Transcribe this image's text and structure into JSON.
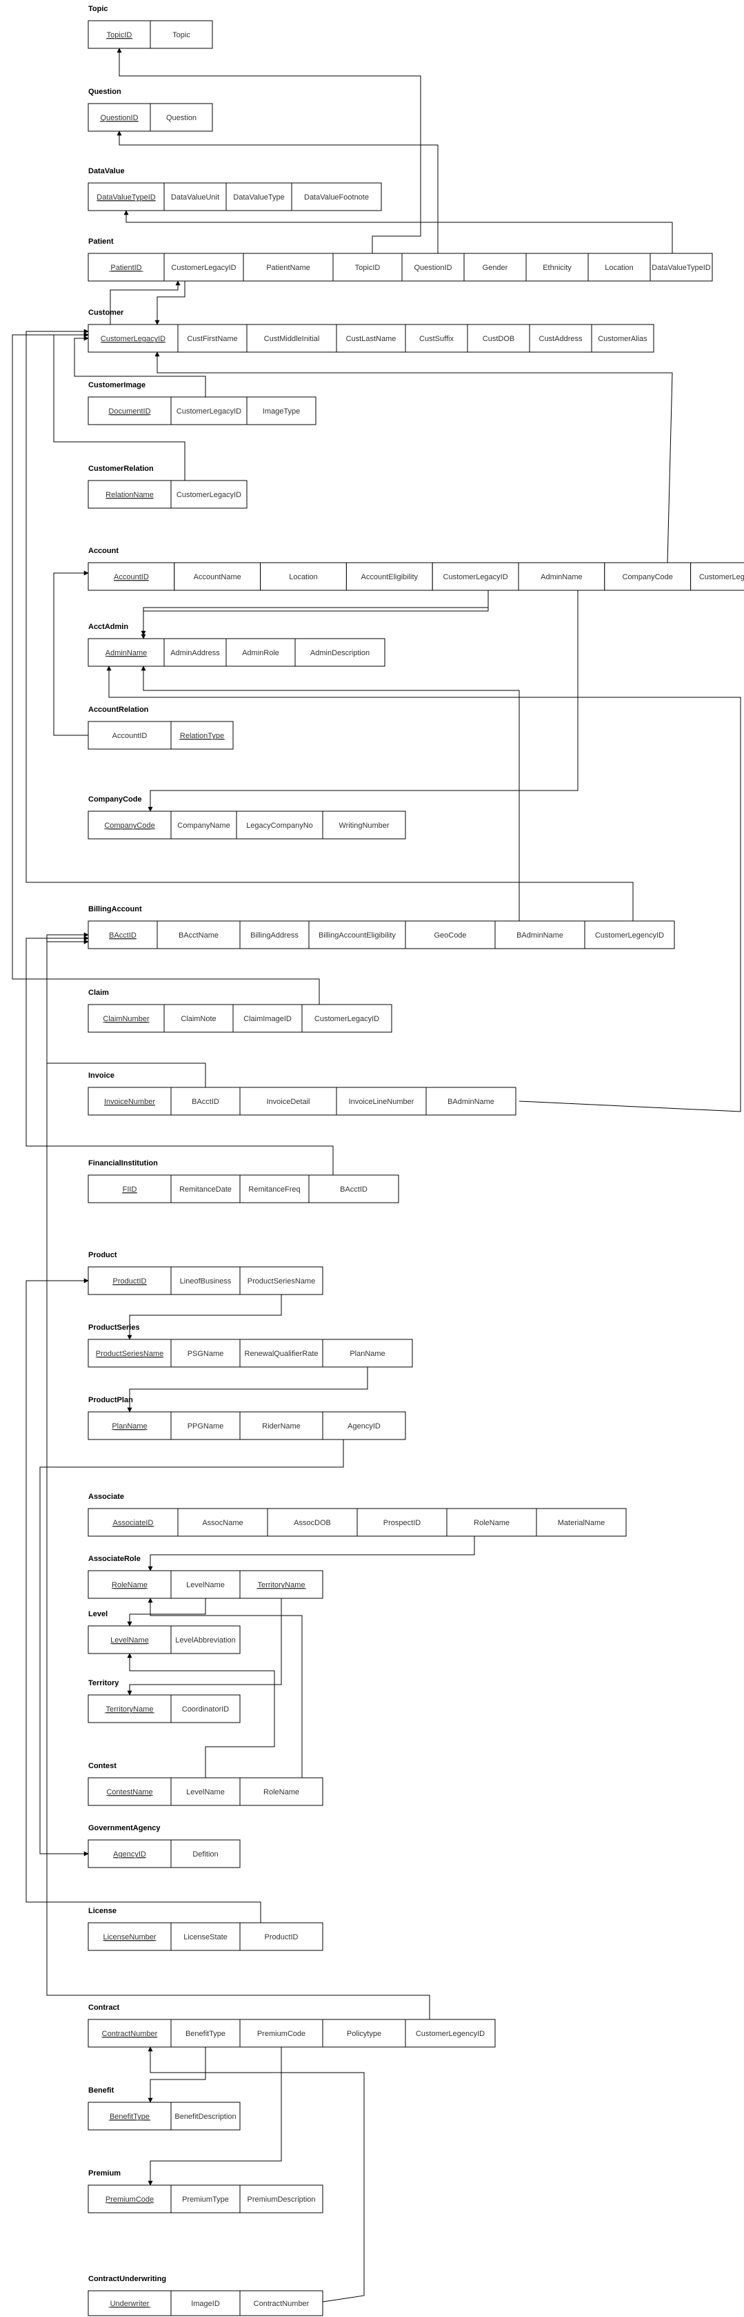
{
  "tables": [
    {
      "name": "Topic",
      "fields": [
        {
          "label": "TopicID",
          "pk": true
        },
        {
          "label": "Topic"
        }
      ]
    },
    {
      "name": "Question",
      "fields": [
        {
          "label": "QuestionID",
          "pk": true
        },
        {
          "label": "Question"
        }
      ]
    },
    {
      "name": "DataValue",
      "fields": [
        {
          "label": "DataValueTypeID",
          "pk": true
        },
        {
          "label": "DataValueUnit"
        },
        {
          "label": "DataValueType"
        },
        {
          "label": "DataValueFootnote"
        }
      ]
    },
    {
      "name": "Patient",
      "fields": [
        {
          "label": "PatientID",
          "pk": true
        },
        {
          "label": "CustomerLegacyID"
        },
        {
          "label": "PatientName"
        },
        {
          "label": "TopicID"
        },
        {
          "label": "QuestionID"
        },
        {
          "label": "Gender"
        },
        {
          "label": "Ethnicity"
        },
        {
          "label": "Location"
        },
        {
          "label": "DataValueTypeID"
        }
      ]
    },
    {
      "name": "Customer",
      "fields": [
        {
          "label": "CustomerLegacyID",
          "pk": true
        },
        {
          "label": "CustFirstName"
        },
        {
          "label": "CustMiddleInitial"
        },
        {
          "label": "CustLastName"
        },
        {
          "label": "CustSuffix"
        },
        {
          "label": "CustDOB"
        },
        {
          "label": "CustAddress"
        },
        {
          "label": "CustomerAlias"
        }
      ]
    },
    {
      "name": "CustomerImage",
      "fields": [
        {
          "label": "DocumentID",
          "pk": true
        },
        {
          "label": "CustomerLegacyID"
        },
        {
          "label": "ImageType"
        }
      ]
    },
    {
      "name": "CustomerRelation",
      "fields": [
        {
          "label": "RelationName",
          "pk": true
        },
        {
          "label": "CustomerLegacyID"
        }
      ]
    },
    {
      "name": "Account",
      "fields": [
        {
          "label": "AccountID",
          "pk": true
        },
        {
          "label": "AccountName"
        },
        {
          "label": "Location"
        },
        {
          "label": "AccountEligibility"
        },
        {
          "label": "CustomerLegacyID"
        },
        {
          "label": "AdminName"
        },
        {
          "label": "CompanyCode"
        },
        {
          "label": "CustomerLegencyID"
        }
      ]
    },
    {
      "name": "AcctAdmin",
      "fields": [
        {
          "label": "AdminName",
          "pk": true
        },
        {
          "label": "AdminAddress"
        },
        {
          "label": "AdminRole"
        },
        {
          "label": "AdminDescription"
        }
      ]
    },
    {
      "name": "AccountRelation",
      "fields": [
        {
          "label": "AccountID"
        },
        {
          "label": "RelationType",
          "pk": true
        }
      ]
    },
    {
      "name": "CompanyCode",
      "fields": [
        {
          "label": "CompanyCode",
          "pk": true
        },
        {
          "label": "CompanyName"
        },
        {
          "label": "LegacyCompanyNo"
        },
        {
          "label": "WritingNumber"
        }
      ]
    },
    {
      "name": "BillingAccount",
      "fields": [
        {
          "label": "BAcctID",
          "pk": true
        },
        {
          "label": "BAcctName"
        },
        {
          "label": "BillingAddress"
        },
        {
          "label": "BillingAccountEligibility"
        },
        {
          "label": "GeoCode"
        },
        {
          "label": "BAdminName"
        },
        {
          "label": "CustomerLegencyID"
        }
      ]
    },
    {
      "name": "Claim",
      "fields": [
        {
          "label": "ClaimNumber",
          "pk": true
        },
        {
          "label": "ClaimNote"
        },
        {
          "label": "ClaimImageID"
        },
        {
          "label": "CustomerLegacyID"
        }
      ]
    },
    {
      "name": "Invoice",
      "fields": [
        {
          "label": "InvoiceNumber",
          "pk": true
        },
        {
          "label": "BAcctID"
        },
        {
          "label": "InvoiceDetail"
        },
        {
          "label": "InvoiceLineNumber"
        },
        {
          "label": "BAdminName"
        }
      ]
    },
    {
      "name": "FinancialInstitution",
      "fields": [
        {
          "label": "FIID",
          "pk": true
        },
        {
          "label": "RemitanceDate"
        },
        {
          "label": "RemitanceFreq"
        },
        {
          "label": "BAcctID"
        }
      ]
    },
    {
      "name": "Product",
      "fields": [
        {
          "label": "ProductID",
          "pk": true
        },
        {
          "label": "LineofBusiness"
        },
        {
          "label": "ProductSeriesName"
        }
      ]
    },
    {
      "name": "ProductSeries",
      "fields": [
        {
          "label": "ProductSeriesName",
          "pk": true
        },
        {
          "label": "PSGName"
        },
        {
          "label": "RenewalQualifierRate"
        },
        {
          "label": "PlanName"
        }
      ]
    },
    {
      "name": "ProductPlan",
      "fields": [
        {
          "label": "PlanName",
          "pk": true
        },
        {
          "label": "PPGName"
        },
        {
          "label": "RiderName"
        },
        {
          "label": "AgencyID"
        }
      ]
    },
    {
      "name": "Associate",
      "fields": [
        {
          "label": "AssociateID",
          "pk": true
        },
        {
          "label": "AssocName"
        },
        {
          "label": "AssocDOB"
        },
        {
          "label": "ProspectID"
        },
        {
          "label": "RoleName"
        },
        {
          "label": "MaterialName"
        }
      ]
    },
    {
      "name": "AssociateRole",
      "fields": [
        {
          "label": "RoleName",
          "pk": true
        },
        {
          "label": "LevelName"
        },
        {
          "label": "TerritoryName",
          "pk": true
        }
      ]
    },
    {
      "name": "Level",
      "fields": [
        {
          "label": "LevelName",
          "pk": true
        },
        {
          "label": "LevelAbbreviation"
        }
      ]
    },
    {
      "name": "Territory",
      "fields": [
        {
          "label": "TerritoryName",
          "pk": true
        },
        {
          "label": "CoordinatorID"
        }
      ]
    },
    {
      "name": "Contest",
      "fields": [
        {
          "label": "ContestName",
          "pk": true
        },
        {
          "label": "LevelName"
        },
        {
          "label": "RoleName"
        }
      ]
    },
    {
      "name": "GovernmentAgency",
      "fields": [
        {
          "label": "AgencyID",
          "pk": true
        },
        {
          "label": "Defition"
        }
      ]
    },
    {
      "name": "License",
      "fields": [
        {
          "label": "LicenseNumber",
          "pk": true
        },
        {
          "label": "LicenseState"
        },
        {
          "label": "ProductID"
        }
      ]
    },
    {
      "name": "Contract",
      "fields": [
        {
          "label": "ContractNumber",
          "pk": true
        },
        {
          "label": "BenefitType"
        },
        {
          "label": "PremiumCode"
        },
        {
          "label": "Policytype"
        },
        {
          "label": "CustomerLegencyID"
        }
      ]
    },
    {
      "name": "Benefit",
      "fields": [
        {
          "label": "BenefitType",
          "pk": true
        },
        {
          "label": "BenefitDescription"
        }
      ]
    },
    {
      "name": "Premium",
      "fields": [
        {
          "label": "PremiumCode",
          "pk": true
        },
        {
          "label": "PremiumType"
        },
        {
          "label": "PremiumDescription"
        }
      ]
    },
    {
      "name": "ContractUnderwriting",
      "fields": [
        {
          "label": "Underwriter",
          "pk": true
        },
        {
          "label": "ImageID"
        },
        {
          "label": "ContractNumber"
        }
      ]
    }
  ]
}
